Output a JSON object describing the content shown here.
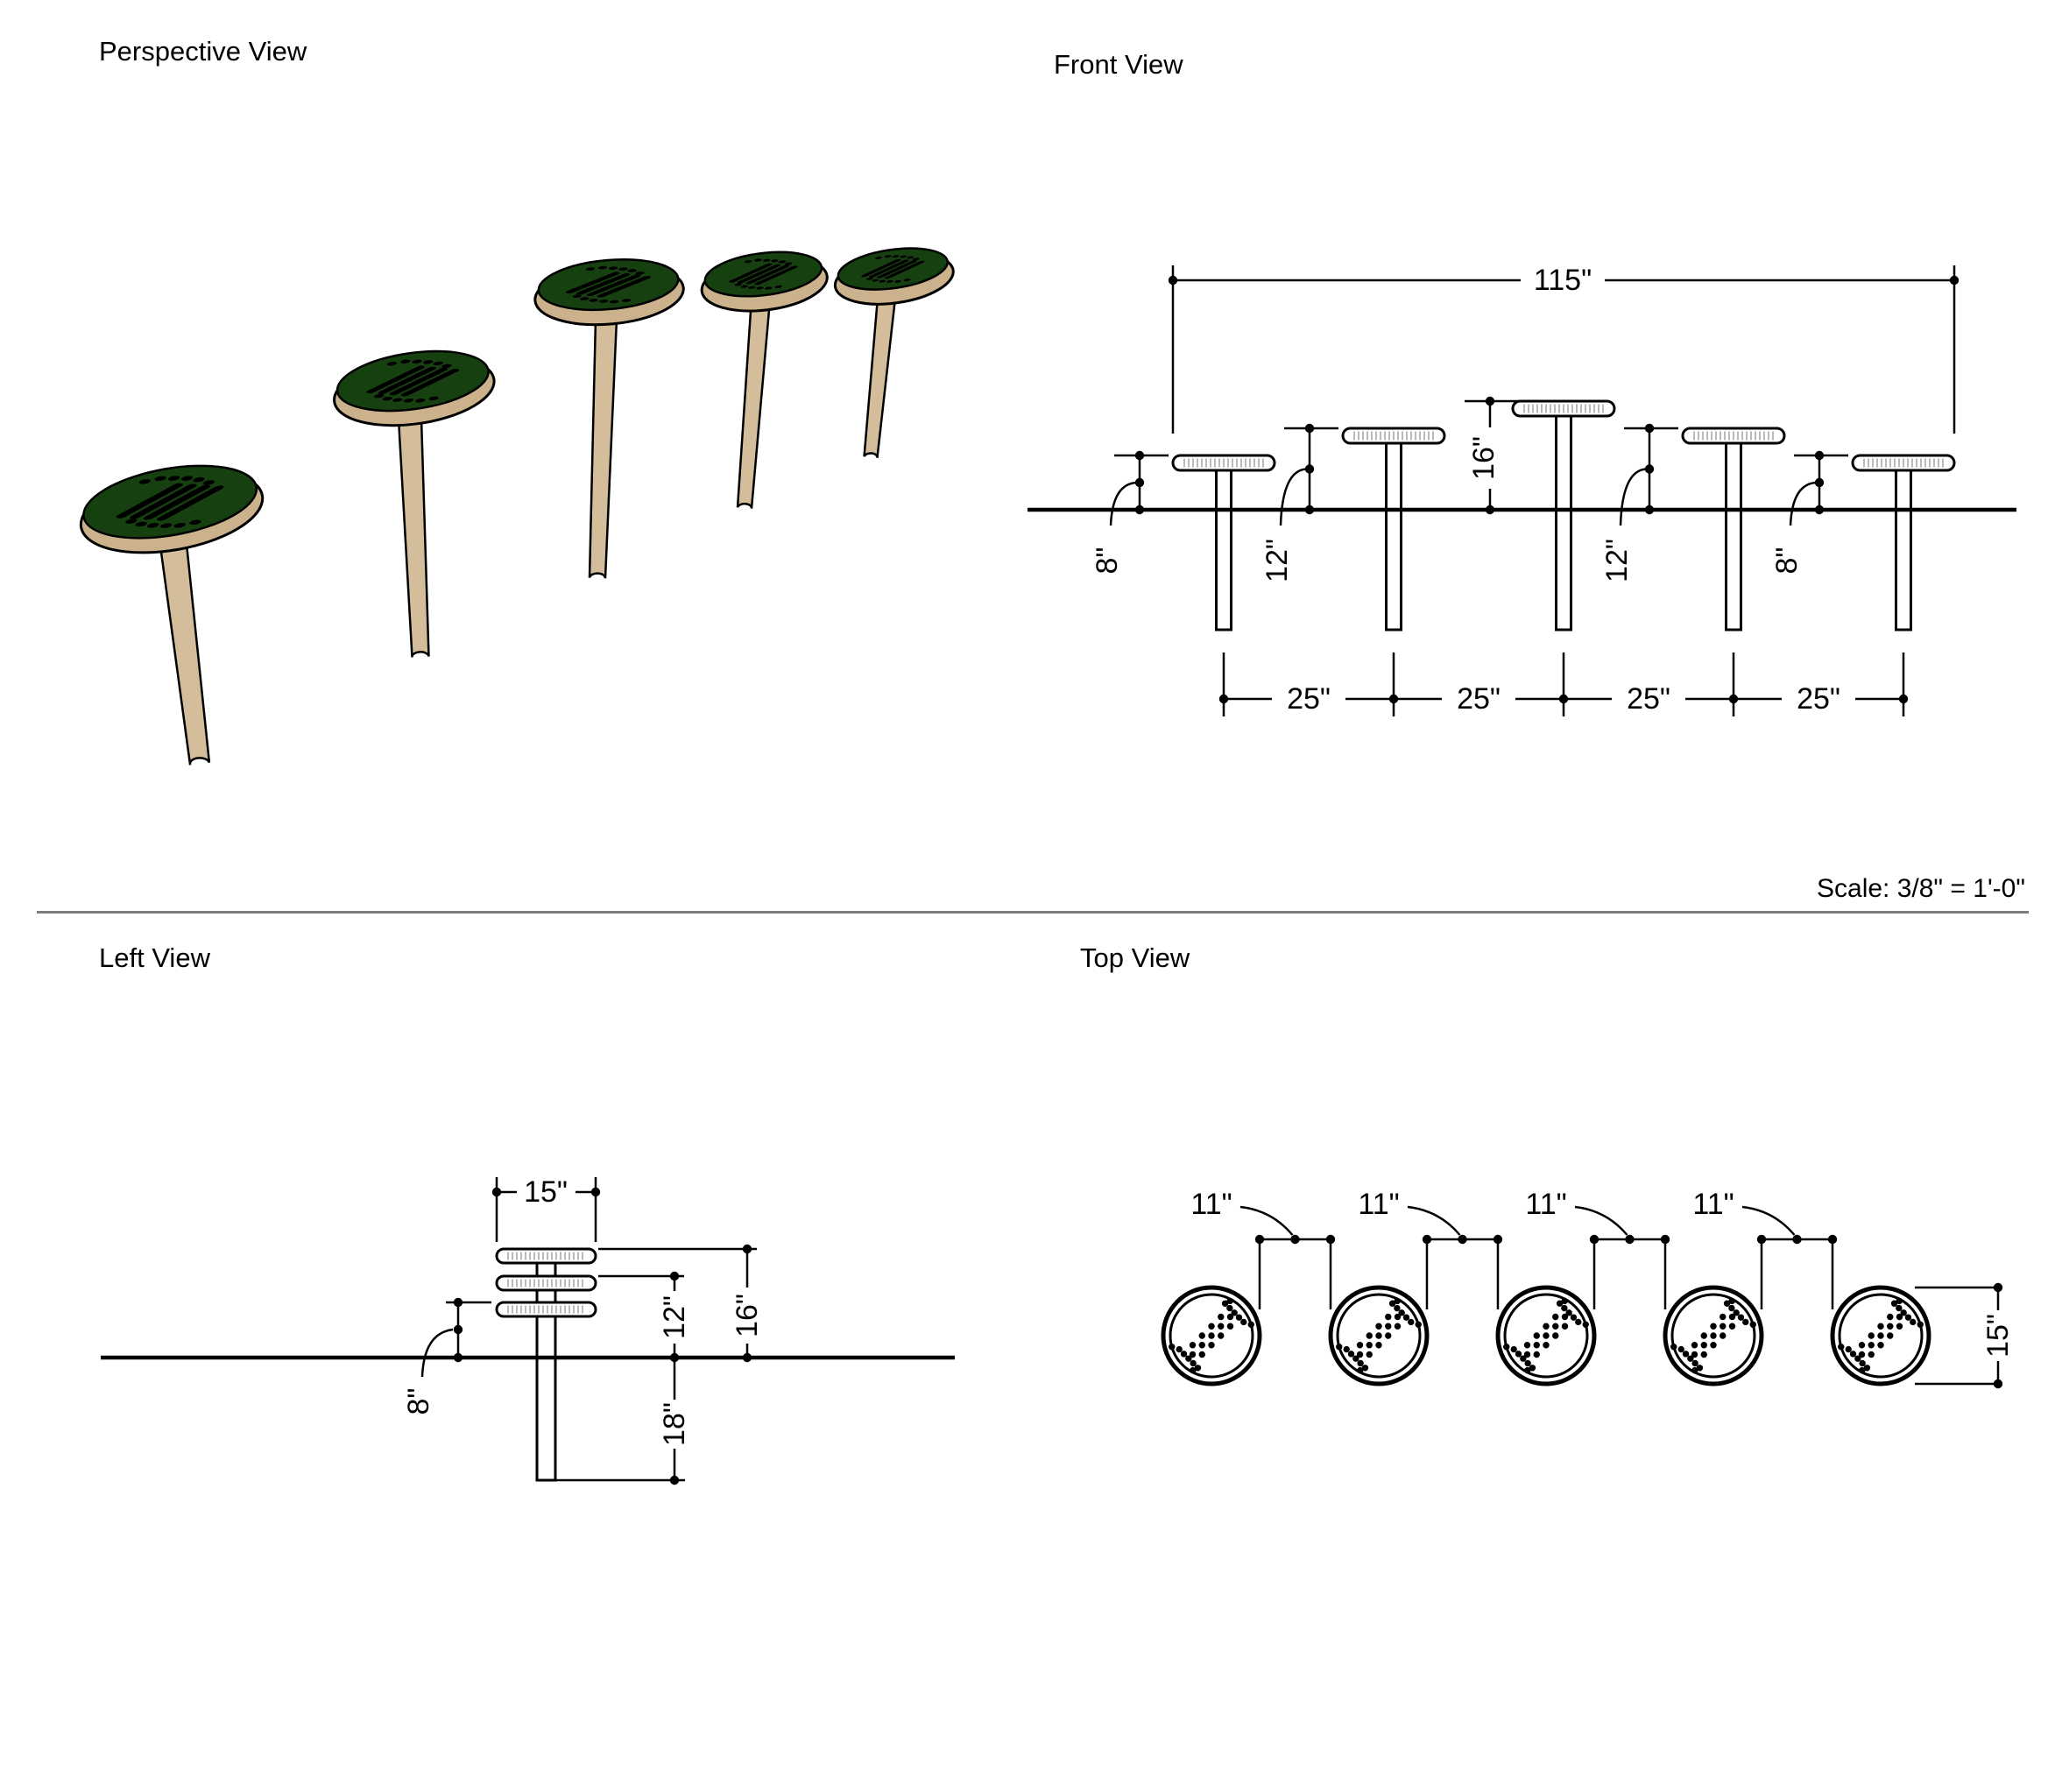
{
  "page": {
    "perspective_title": "Perspective View",
    "front_title": "Front View",
    "left_title": "Left View",
    "top_title": "Top View",
    "scale_note": "Scale: 3/8\" = 1'-0\""
  },
  "front_view": {
    "overall_width": "115\"",
    "heights": [
      "8\"",
      "12\"",
      "16\"",
      "12\"",
      "8\""
    ],
    "spacings": [
      "25\"",
      "25\"",
      "25\"",
      "25\""
    ]
  },
  "left_view": {
    "cap_width": "15\"",
    "height_8": "8\"",
    "height_12": "12\"",
    "height_16": "16\"",
    "depth_18": "18\""
  },
  "top_view": {
    "gaps": [
      "11\"",
      "11\"",
      "11\"",
      "11\""
    ],
    "diameter": "15\""
  },
  "colors": {
    "cap_green": "#16400f",
    "rim_tan": "#cbb28c",
    "stem_tan": "#d3bd9a",
    "line_black": "#000000",
    "divider_gray": "#7d7d7d"
  }
}
